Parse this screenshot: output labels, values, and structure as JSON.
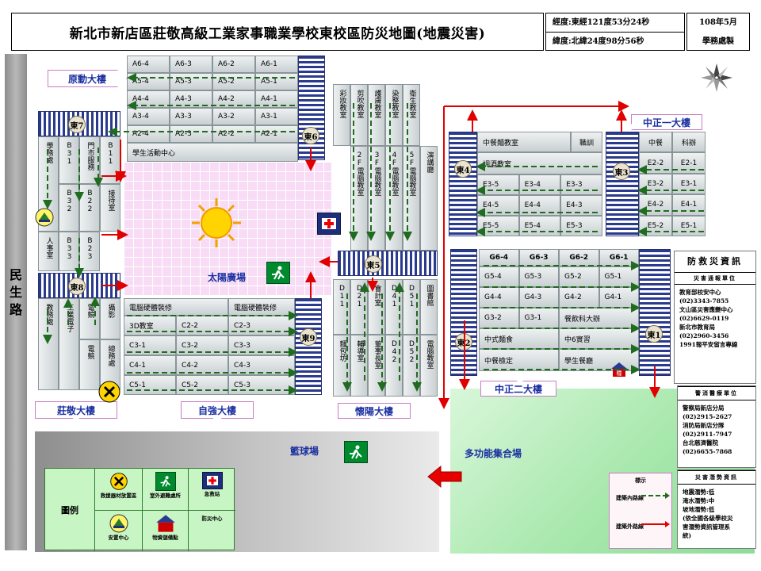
{
  "header": {
    "title": "新北市新店區莊敬高級工業家事職業學校東校區防災地圖(地震災害)",
    "longitude": "經度:東經121度53分24秒",
    "latitude": "緯度:北緯24度98分56秒",
    "date": "108年5月",
    "office": "學務處製"
  },
  "road": {
    "label": "民生路"
  },
  "buildings": {
    "yuandong": "原動大樓",
    "zhuangjing": "莊敬大樓",
    "ziqiang": "自強大樓",
    "huaiyang": "懷陽大樓",
    "zhongzheng1": "中正一大樓",
    "zhongzheng2": "中正二大樓"
  },
  "areas": {
    "plaza": "太陽廣場",
    "court": "籃球場",
    "field": "多功能集合場"
  },
  "stairs": [
    "東1",
    "東2",
    "東3",
    "東4",
    "東5",
    "東6",
    "東7",
    "東8",
    "東9"
  ],
  "rooms": {
    "yuandong": [
      "A6-4",
      "A6-3",
      "A6-2",
      "A6-1",
      "A5-4",
      "A5-3",
      "A5-2",
      "A5-1",
      "A4-4",
      "A4-3",
      "A4-2",
      "A4-1",
      "A3-4",
      "A3-3",
      "A3-2",
      "A3-1",
      "A2-4",
      "A2-3",
      "A2-2",
      "A2-1"
    ],
    "student_center": "學生活動中心",
    "zhuangjing_top": [
      "學務處",
      "B31",
      "門市服務",
      "B11",
      "B32",
      "B22",
      "接待室",
      "人事室",
      "B33",
      "B23"
    ],
    "zhuangjing_bottom": [
      "教務處",
      "工業電子",
      "電競",
      "攝影",
      "電競",
      "總務處"
    ],
    "ziqiang_header": [
      "電腦硬體裝修",
      "電腦硬體裝修"
    ],
    "ziqiang": [
      "3D教室",
      "C2-2",
      "C2-3",
      "C3-1",
      "C3-2",
      "C3-3",
      "C4-1",
      "C4-2",
      "C4-3",
      "C5-1",
      "C5-2",
      "C5-3"
    ],
    "huaiyang_top": [
      "彩妝教室",
      "剪吹教室",
      "護膚教室",
      "染整教室",
      "衛生教室"
    ],
    "huaiyang_mid": [
      "2F電腦教室",
      "3F電腦教室",
      "4F電腦教室",
      "5F電腦教室",
      "演講廳"
    ],
    "huaiyang_bottom": [
      "D11",
      "D21",
      "會計室",
      "D41",
      "D51",
      "圖書館"
    ],
    "huaiyang_bottom2": [
      "麵包坊",
      "輔導室",
      "董事長室",
      "D42",
      "D52",
      "電腦教室"
    ],
    "zhongzheng1_left": [
      "中餐麵教室",
      "職訓",
      "調酒教室",
      "E3-5",
      "E3-4",
      "E3-3",
      "E4-5",
      "E4-4",
      "E4-3",
      "E5-5",
      "E5-4",
      "E5-3"
    ],
    "zhongzheng1_right": [
      "中餐",
      "科辦",
      "E2-2",
      "E2-1",
      "E3-2",
      "E3-1",
      "E4-2",
      "E4-1",
      "E5-2",
      "E5-1"
    ],
    "zhongzheng2": [
      "G6-4",
      "G6-3",
      "G6-2",
      "G6-1",
      "G5-4",
      "G5-3",
      "G5-2",
      "G5-1",
      "G4-4",
      "G4-3",
      "G4-2",
      "G4-1",
      "G3-2",
      "G3-1",
      "餐飲科大辦",
      "中式麵食",
      "中6實習",
      "中餐檢定",
      "學生餐廳"
    ]
  },
  "info_panel": {
    "title": "防救災資訊",
    "subtitle": "災害通報單位",
    "lines": [
      "教育部校安中心",
      "(02)3343-7855",
      "文山區災害應變中心",
      "(02)6629-0119",
      "新北市教育局",
      "(02)2960-3456",
      "1991報平安留言專線"
    ]
  },
  "police_panel": {
    "subtitle": "警消醫療單位",
    "lines": [
      "警察局新店分局",
      "(02)2915-2627",
      "消防局新店分隊",
      "(02)2911-7947",
      "台北慈濟醫院",
      "(02)6655-7868"
    ]
  },
  "hazard_panel": {
    "subtitle": "災害潛勢資訊",
    "lines": [
      "地震潛勢:低",
      "淹水潛勢:中",
      "坡地潛勢:低",
      "(依全國各級學校災",
      "害潛勢資訊管理系",
      "統)"
    ]
  },
  "route_legend": {
    "title": "標示",
    "inner_route": "建築內路線",
    "outer_route": "建築外路線"
  },
  "legend": {
    "label": "圖例",
    "items": [
      "救援器材放置區",
      "室外避難處所",
      "急救站",
      "安置中心",
      "防災中心",
      "物資儲備點"
    ]
  },
  "colors": {
    "stair_blue": "#2a3a8f",
    "route_green": "#1f6b1f",
    "route_red": "#e00000",
    "label_blue": "#1a2fa0",
    "plaza_pink": "#f8dcf5"
  }
}
